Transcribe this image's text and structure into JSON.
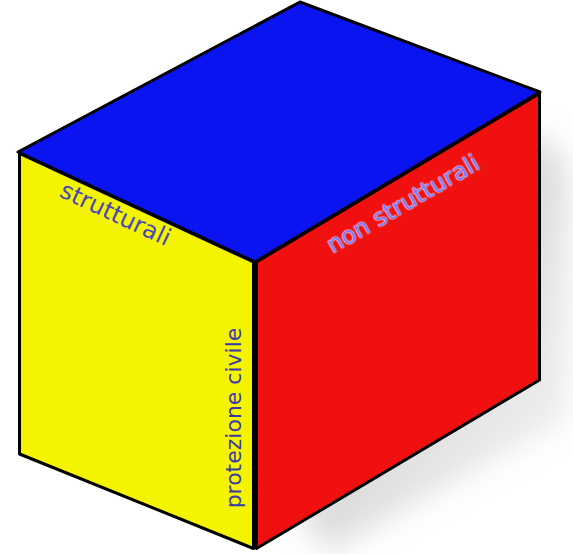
{
  "diagram": {
    "nodes": [
      {
        "text": [
          "strutturali",
          "protezione civile"
        ]
      },
      {
        "text": [
          "non strutturali"
        ]
      }
    ]
  }
}
